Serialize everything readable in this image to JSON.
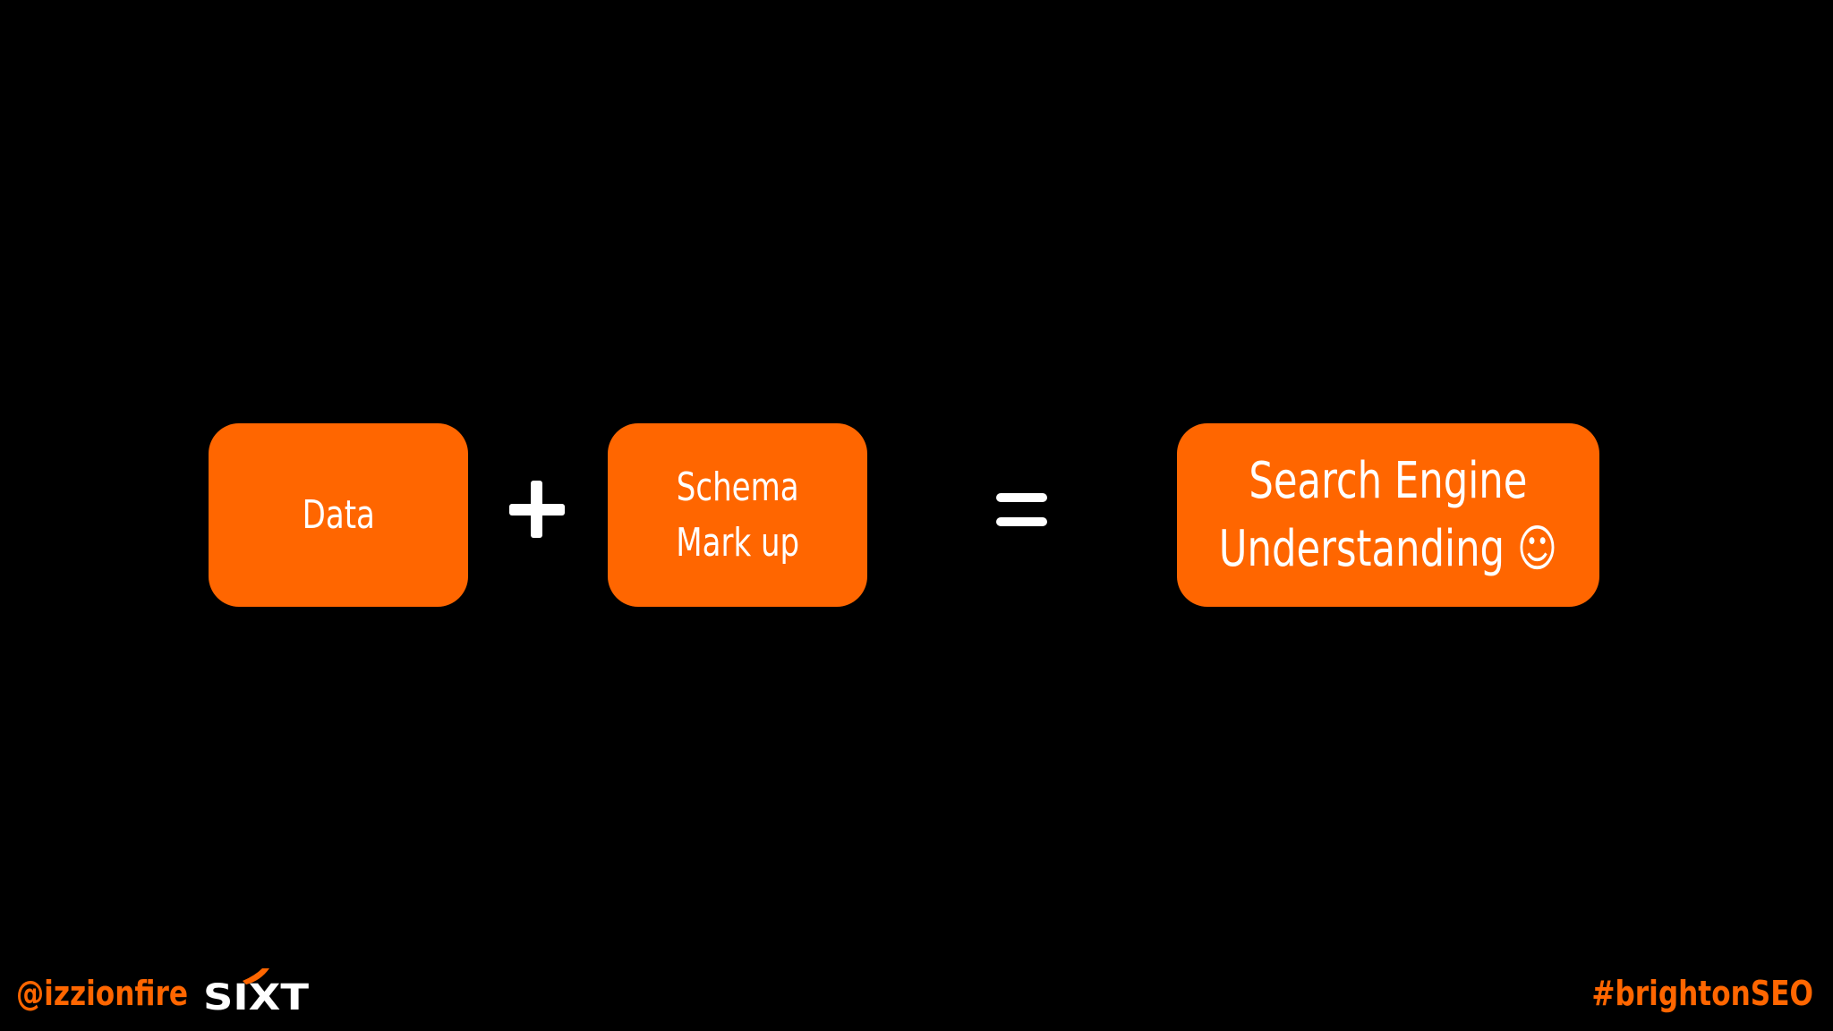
{
  "slide": {
    "background_color": "#000000",
    "accent_color": "#ff6600",
    "equation": {
      "term1": {
        "label": "Data"
      },
      "operator1": "+",
      "term2": {
        "line1": "Schema",
        "line2": "Mark up"
      },
      "operator2": "=",
      "result": {
        "line1": "Search Engine",
        "line2": "Understanding",
        "emoji": "☺"
      }
    }
  },
  "footer": {
    "handle": "@izzionfire",
    "logo": {
      "name": "sixt-logo",
      "text": "SIXT"
    },
    "hashtag": "#brightonSEO"
  }
}
